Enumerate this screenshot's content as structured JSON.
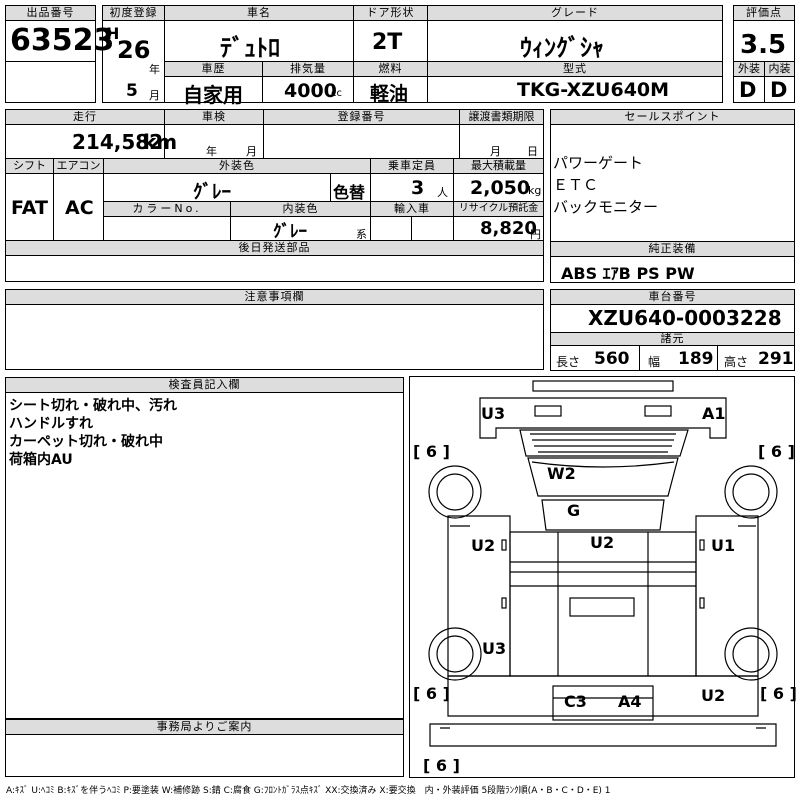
{
  "header": {
    "lot_label": "出品番号",
    "lot_value": "63523",
    "first_reg_label": "初度登録",
    "era": "H",
    "year": "26",
    "year_unit": "年",
    "month": "5",
    "month_unit": "月",
    "name_label": "車名",
    "name_value": "ﾃﾞｭﾄﾛ",
    "door_label": "ドア形状",
    "door_value": "2T",
    "grade_label": "グレード",
    "grade_value": "ｳｨﾝｸﾞｼｬ",
    "score_label": "評価点",
    "score_value": "3.5",
    "history_label": "車歴",
    "history_value": "自家用",
    "displacement_label": "排気量",
    "displacement_value": "4000",
    "displacement_unit": "cc",
    "fuel_label": "燃料",
    "fuel_value": "軽油",
    "model_label": "型式",
    "model_value": "TKG-XZU640M",
    "ext_label": "外装",
    "ext_value": "D",
    "int_label": "内装",
    "int_value": "D"
  },
  "row2": {
    "mileage_label": "走行",
    "mileage_value": "214,582",
    "mileage_unit": "km",
    "inspection_label": "車検",
    "insp_year_unit": "年",
    "insp_month_unit": "月",
    "reg_no_label": "登録番号",
    "transfer_label": "譲渡書類期限",
    "transfer_month_unit": "月",
    "transfer_day_unit": "日",
    "shift_label": "シフト",
    "shift_value": "FAT",
    "ac_label": "エアコン",
    "ac_value": "AC",
    "color_label": "外装色",
    "color_value": "ｸﾞﾚｰ",
    "color_change": "色替",
    "capacity_label": "乗車定員",
    "capacity_value": "3",
    "capacity_unit": "人",
    "load_label": "最大積載量",
    "load_value": "2,050",
    "load_unit": "kg",
    "color_no_label": "カラーNo.",
    "int_color_label": "内装色",
    "int_color_value": "ｸﾞﾚｰ",
    "int_color_unit": "系",
    "import_label": "輸入車",
    "recycle_label": "リサイクル預託金",
    "recycle_value": "8,820",
    "recycle_unit": "円",
    "later_parts_label": "後日発送部品",
    "sales_label": "セールスポイント",
    "sales_points": [
      "パワーゲート",
      "ＥＴＣ",
      "バックモニター"
    ],
    "equipment_label": "純正装備",
    "equipment_value": "ABS ｴｱB PS PW"
  },
  "notes": {
    "caution_label": "注意事項欄"
  },
  "chassis": {
    "chassis_label": "車台番号",
    "chassis_value": "XZU640-0003228",
    "dims_label": "諸元",
    "length_label": "長さ",
    "length_value": "560",
    "width_label": "幅",
    "width_value": "189",
    "height_label": "高さ",
    "height_value": "291"
  },
  "inspector": {
    "label": "検査員記入欄",
    "lines": [
      "シート切れ・破れ中、汚れ",
      "ハンドルすれ",
      "カーペット切れ・破れ中",
      "荷箱内AU"
    ]
  },
  "office": {
    "label": "事務局よりご案内"
  },
  "diagram": {
    "marks": {
      "u3_top": "U3",
      "a1": "A1",
      "w2": "W2",
      "g": "G",
      "u2_left": "U2",
      "u2_center": "U2",
      "u1": "U1",
      "u3_mid": "U3",
      "u2_right": "U2",
      "c3": "C3",
      "a4": "A4"
    },
    "tires": {
      "fl": "[ 6 ]",
      "fr": "[ 6 ]",
      "rl": "[ 6 ]",
      "rr": "[ 6 ]",
      "spare": "[ 6 ]"
    }
  },
  "legend": "A:ｷｽﾞ U:ﾍｺﾐ B:ｷｽﾞを伴うﾍｺﾐ P:要塗装 W:補修跡 S:錆 C:腐食 G:ﾌﾛﾝﾄｶﾞﾗｽ点ｷｽﾞ XX:交換済み X:要交換　内・外装評価 5段階ﾗﾝｸ順(A・B・C・D・E) 1"
}
